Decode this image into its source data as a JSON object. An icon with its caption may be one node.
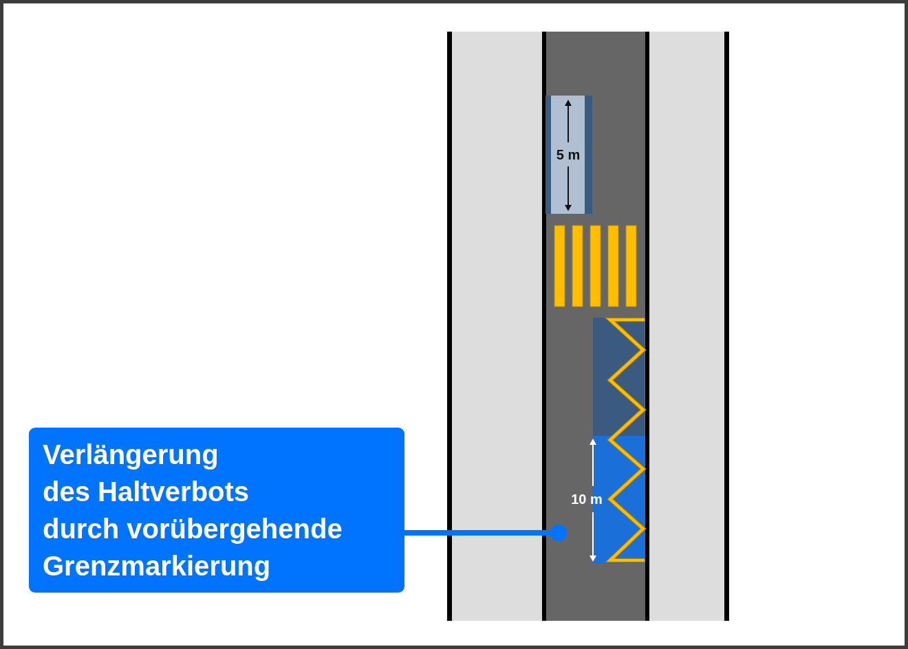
{
  "diagram": {
    "nodes": [
      {
        "text": [
          "Verlängerung des Haltverbots durch vorübergehende Grenzmarkierung"
        ]
      },
      {
        "text": [],
        "shape": "box"
      }
    ],
    "edges": [
      {
        "from": 0,
        "to": 1,
        "arrow": "other"
      }
    ],
    "labels": [
      "5 m",
      "10 m"
    ]
  }
}
